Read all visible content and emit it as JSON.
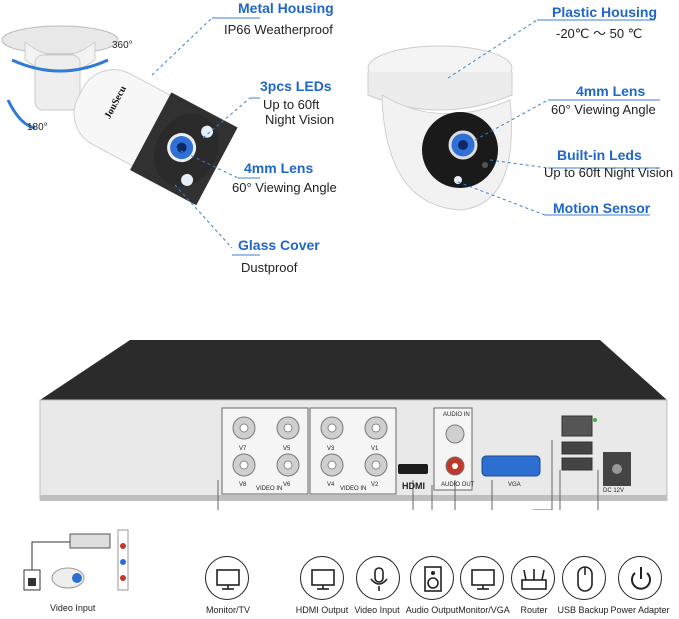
{
  "bullet": {
    "brand": "JouSecu",
    "rot360": "360°",
    "rot180": "180°",
    "housing_title": "Metal Housing",
    "housing_desc": "IP66 Weatherproof",
    "leds_title": "3pcs LEDs",
    "leds_desc1": "Up to 60ft",
    "leds_desc2": "Night Vision",
    "lens_title": "4mm Lens",
    "lens_desc": "60° Viewing Angle",
    "glass_title": "Glass Cover",
    "glass_desc": "Dustproof"
  },
  "dome": {
    "housing_title": "Plastic Housing",
    "housing_desc": "-20℃ ～ 50 ℃",
    "lens_title": "4mm Lens",
    "lens_desc": "60° Viewing Angle",
    "leds_title": "Built-in Leds",
    "leds_desc": "Up to 60ft Night Vision",
    "sensor_title": "Motion Sensor"
  },
  "dvr": {
    "ports": [
      "V7",
      "V5",
      "V3",
      "V1",
      "V8",
      "V6",
      "V4",
      "V2"
    ],
    "video_in": "VIDEO IN",
    "audio_in": "AUDIO IN",
    "audio_out": "AUDIO OUT",
    "hdmi": "HDMI",
    "vga": "VGA",
    "dc": "DC 12V"
  },
  "bottom": {
    "video_input_left": "Video Input",
    "icons": [
      {
        "label": "Monitor/TV",
        "icon": "monitor-icon"
      },
      {
        "label": "HDMI Output",
        "icon": "monitor-icon"
      },
      {
        "label": "Video Input",
        "icon": "microphone-icon"
      },
      {
        "label": "Audio Output",
        "icon": "speaker-icon"
      },
      {
        "label": "Monitor/VGA",
        "icon": "monitor-icon"
      },
      {
        "label": "Router",
        "icon": "router-icon"
      },
      {
        "label": "USB Backup",
        "icon": "mouse-icon"
      },
      {
        "label": "Power Adapter",
        "icon": "power-icon"
      }
    ]
  },
  "colors": {
    "accent": "#1f66c9",
    "dvr_top": "#2b2b2b",
    "dvr_front": "#e9e9e9"
  }
}
